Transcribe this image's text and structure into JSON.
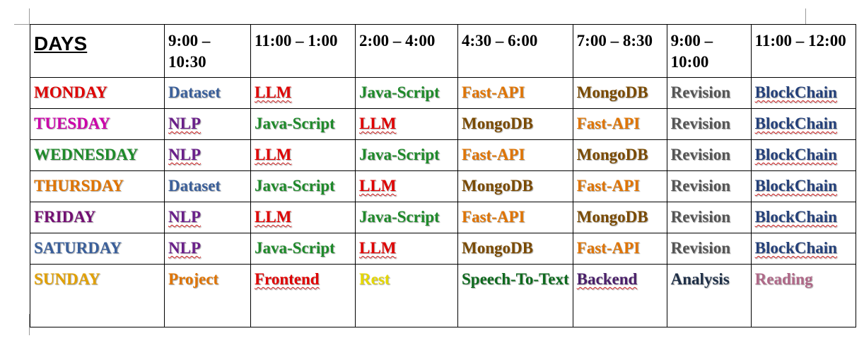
{
  "header": {
    "days_label": "DAYS",
    "times": [
      "9:00 – 10:30",
      "11:00 – 1:00",
      "2:00 – 4:00",
      "4:30 – 6:00",
      "7:00 – 8:30",
      "9:00 – 10:00",
      "11:00 – 12:00"
    ]
  },
  "colors": {
    "monday": "#e00000",
    "tuesday": "#cc00aa",
    "wednesday": "#1e8a2a",
    "thursday": "#e07400",
    "friday": "#730f73",
    "saturday": "#3a5f9a",
    "sunday": "#e2a000",
    "dataset": "#3a5f9a",
    "nlp": "#6a1f8a",
    "llm": "#e00000",
    "javascript": "#1e8a2a",
    "fastapi": "#e07400",
    "mongodb": "#7a4a00",
    "revision": "#555555",
    "blockchain": "#24407a",
    "project": "#e07400",
    "frontend": "#e00000",
    "rest": "#e6d800",
    "speech": "#0e6a1e",
    "backend": "#4a1f6a",
    "analysis": "#1f3048",
    "reading": "#b06888"
  },
  "rows": [
    {
      "day": "MONDAY",
      "cells": [
        "Dataset",
        "LLM",
        "Java-Script",
        "Fast-API",
        "MongoDB",
        "Revision",
        "BlockChain"
      ]
    },
    {
      "day": "TUESDAY",
      "cells": [
        "NLP",
        "Java-Script",
        "LLM",
        "MongoDB",
        "Fast-API",
        "Revision",
        "BlockChain"
      ]
    },
    {
      "day": "WEDNESDAY",
      "cells": [
        "NLP",
        "LLM",
        "Java-Script",
        "Fast-API",
        "MongoDB",
        "Revision",
        "BlockChain"
      ]
    },
    {
      "day": "THURSDAY",
      "cells": [
        "Dataset",
        "Java-Script",
        "LLM",
        "MongoDB",
        "Fast-API",
        "Revision",
        "BlockChain"
      ]
    },
    {
      "day": "FRIDAY",
      "cells": [
        "NLP",
        "LLM",
        "Java-Script",
        "Fast-API",
        "MongoDB",
        "Revision",
        "BlockChain"
      ]
    },
    {
      "day": "SATURDAY",
      "cells": [
        "NLP",
        "Java-Script",
        "LLM",
        "MongoDB",
        "Fast-API",
        "Revision",
        "BlockChain"
      ]
    },
    {
      "day": "SUNDAY",
      "cells": [
        "Project",
        "Frontend",
        "Rest",
        "Speech-To-Text",
        "Backend",
        "Analysis",
        "Reading"
      ]
    }
  ]
}
